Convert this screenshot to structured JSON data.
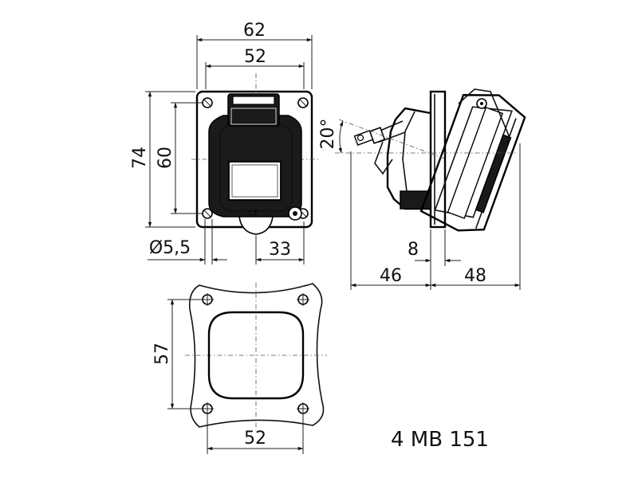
{
  "dimensions": {
    "top_width_outer": "62",
    "top_width_inner": "52",
    "height_outer": "74",
    "height_inner": "60",
    "hole_diameter": "Ø5,5",
    "offset_33": "33",
    "angle": "20°",
    "plate_thickness": "8",
    "depth_rear": "46",
    "depth_front": "48",
    "cutout_height": "57",
    "cutout_width": "52"
  },
  "marking": "CE",
  "model_number": "4 MB 151"
}
